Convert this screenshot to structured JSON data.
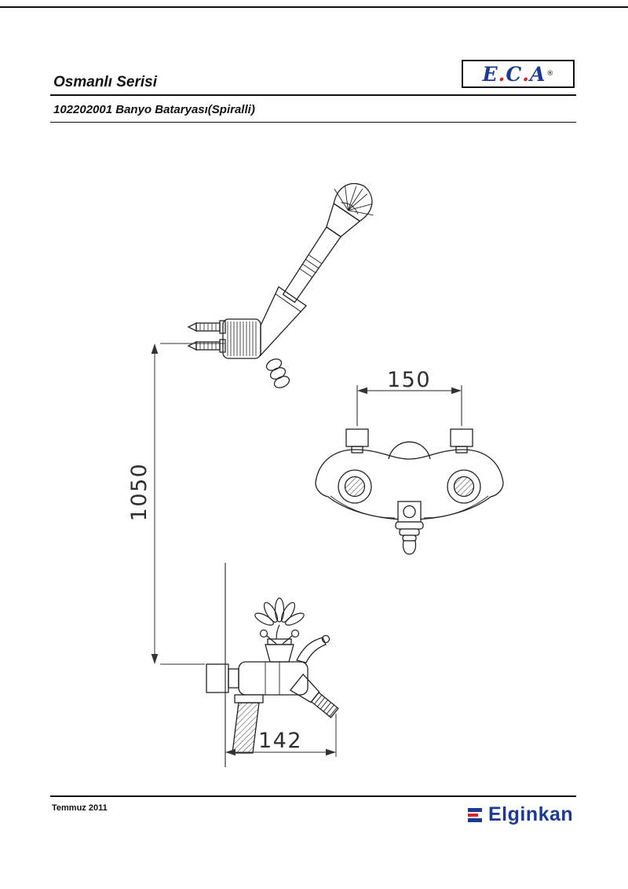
{
  "header": {
    "series_title": "Osmanlı Serisi",
    "product_title": "102202001 Banyo Bataryası(Spiralli)"
  },
  "eca_logo": {
    "letter_e": "E",
    "letter_c": "C",
    "letter_a": "A",
    "dot": ".",
    "registered": "®"
  },
  "drawing": {
    "dim_vertical": "1050",
    "dim_horizontal_top": "150",
    "dim_horizontal_bottom": "142"
  },
  "footer": {
    "date": "Temmuz 2011",
    "brand": "Elginkan"
  },
  "colors": {
    "brand_blue": "#1d3a92",
    "brand_red": "#d8232a",
    "line_black": "#222222"
  }
}
